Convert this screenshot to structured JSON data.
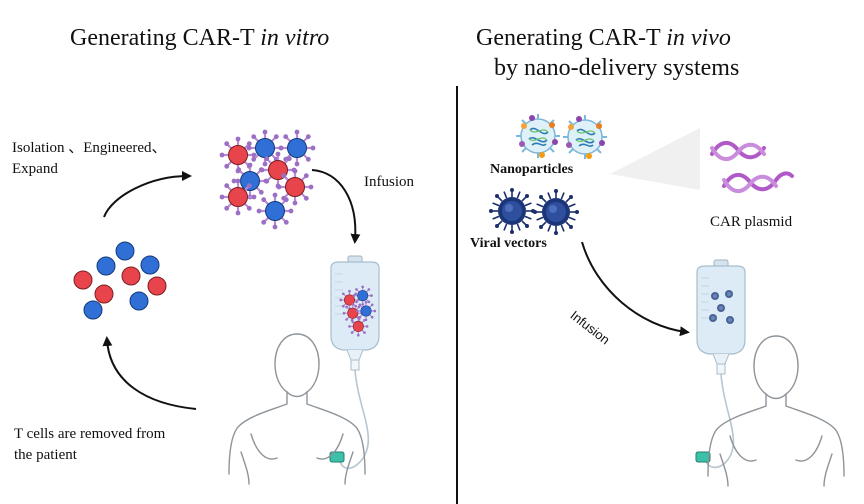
{
  "left_panel": {
    "title_prefix": "Generating CAR-T ",
    "title_italic": "in vitro",
    "step_label_line1": "Isolation 、Engineered、",
    "step_label_line2": "Expand",
    "infusion_label": "Infusion",
    "removed_label_line1": "T cells are removed from",
    "removed_label_line2": "the patient"
  },
  "right_panel": {
    "title_prefix": "Generating CAR-T ",
    "title_italic": "in vivo",
    "title_line2": "by nano-delivery systems",
    "nanoparticles_label": "Nanoparticles",
    "viral_vectors_label": "Viral vectors",
    "car_plasmid_label": "CAR plasmid",
    "infusion_label": "Infusion"
  },
  "colors": {
    "t_cell_red": "#e8444b",
    "t_cell_blue": "#2f6fd6",
    "car_receptor": "#b98ad6",
    "virus": "#1a2f6b",
    "dna": "#b05ac8"
  }
}
